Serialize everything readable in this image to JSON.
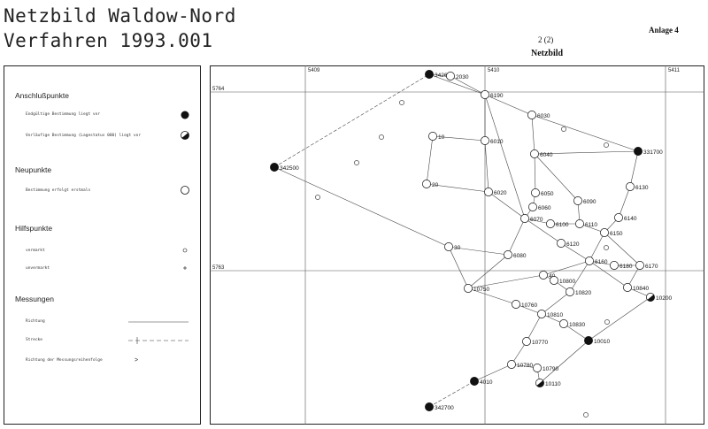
{
  "title_line1": "Netzbild Waldow-Nord",
  "title_line2": "Verfahren 1993.001",
  "page_number": "2 (2)",
  "anlage": "Anlage 4",
  "map_title": "Netzbild",
  "legend": {
    "anschluss": {
      "heading": "Anschlußpunkte",
      "endgueltig": "Endgültige Bestimmung liegt vor",
      "vorlaeufig": "Vorläufige Bestimmung (Lagestatus 000) liegt vor"
    },
    "neupunkte": {
      "heading": "Neupunkte",
      "erstmals": "Bestimmung erfolgt erstmals"
    },
    "hilfspunkte": {
      "heading": "Hilfspunkte",
      "vermarkt": "vermarkt",
      "unvermarkt": "unvermarkt"
    },
    "messungen": {
      "heading": "Messungen",
      "richtung": "Richtung",
      "strecke": "Strecke",
      "reihenfolge": "Richtung der Messungsreihenfolge",
      "arrow": ">"
    }
  },
  "grid_labels": {
    "x1": "5409",
    "x2": "5410",
    "x3": "5411",
    "y1": "5764",
    "y2": "5763"
  },
  "points": [
    {
      "id": "342600",
      "label": "342600",
      "type": "full"
    },
    {
      "id": "2030",
      "label": "2030",
      "type": "neu"
    },
    {
      "id": "6190",
      "label": "6190",
      "type": "neu"
    },
    {
      "id": "6030",
      "label": "6030",
      "type": "neu"
    },
    {
      "id": "10",
      "label": "10",
      "type": "neu"
    },
    {
      "id": "6010",
      "label": "6010",
      "type": "neu"
    },
    {
      "id": "6040",
      "label": "6040",
      "type": "neu"
    },
    {
      "id": "331700",
      "label": "331700",
      "type": "full"
    },
    {
      "id": "342500",
      "label": "342500",
      "type": "full"
    },
    {
      "id": "20",
      "label": "20",
      "type": "neu"
    },
    {
      "id": "6020",
      "label": "6020",
      "type": "neu"
    },
    {
      "id": "6050",
      "label": "6050",
      "type": "neu"
    },
    {
      "id": "6090",
      "label": "6090",
      "type": "neu"
    },
    {
      "id": "6130",
      "label": "6130",
      "type": "neu"
    },
    {
      "id": "6060",
      "label": "6060",
      "type": "neu"
    },
    {
      "id": "6070",
      "label": "6070",
      "type": "neu"
    },
    {
      "id": "6100",
      "label": "6100",
      "type": "neu"
    },
    {
      "id": "6110",
      "label": "6110",
      "type": "neu"
    },
    {
      "id": "6140",
      "label": "6140",
      "type": "neu"
    },
    {
      "id": "6150",
      "label": "6150",
      "type": "neu"
    },
    {
      "id": "30",
      "label": "30",
      "type": "neu"
    },
    {
      "id": "6120",
      "label": "6120",
      "type": "neu"
    },
    {
      "id": "6080",
      "label": "6080",
      "type": "neu"
    },
    {
      "id": "6160",
      "label": "6160",
      "type": "neu"
    },
    {
      "id": "6180",
      "label": "6180",
      "type": "neu"
    },
    {
      "id": "6170",
      "label": "6170",
      "type": "neu"
    },
    {
      "id": "40",
      "label": "40",
      "type": "neu"
    },
    {
      "id": "10800",
      "label": "10800",
      "type": "neu"
    },
    {
      "id": "10750",
      "label": "10750",
      "type": "neu"
    },
    {
      "id": "10820",
      "label": "10820",
      "type": "neu"
    },
    {
      "id": "10840",
      "label": "10840",
      "type": "neu"
    },
    {
      "id": "10760",
      "label": "10760",
      "type": "neu"
    },
    {
      "id": "10200",
      "label": "10200",
      "type": "half"
    },
    {
      "id": "10810",
      "label": "10810",
      "type": "neu"
    },
    {
      "id": "10830",
      "label": "10830",
      "type": "neu"
    },
    {
      "id": "10010",
      "label": "10010",
      "type": "full"
    },
    {
      "id": "10770",
      "label": "10770",
      "type": "neu"
    },
    {
      "id": "10780",
      "label": "10780",
      "type": "neu"
    },
    {
      "id": "10790",
      "label": "10790",
      "type": "neu"
    },
    {
      "id": "10110",
      "label": "10110",
      "type": "half"
    },
    {
      "id": "4010",
      "label": "4010",
      "type": "full"
    },
    {
      "id": "342700",
      "label": "342700",
      "type": "full"
    }
  ]
}
